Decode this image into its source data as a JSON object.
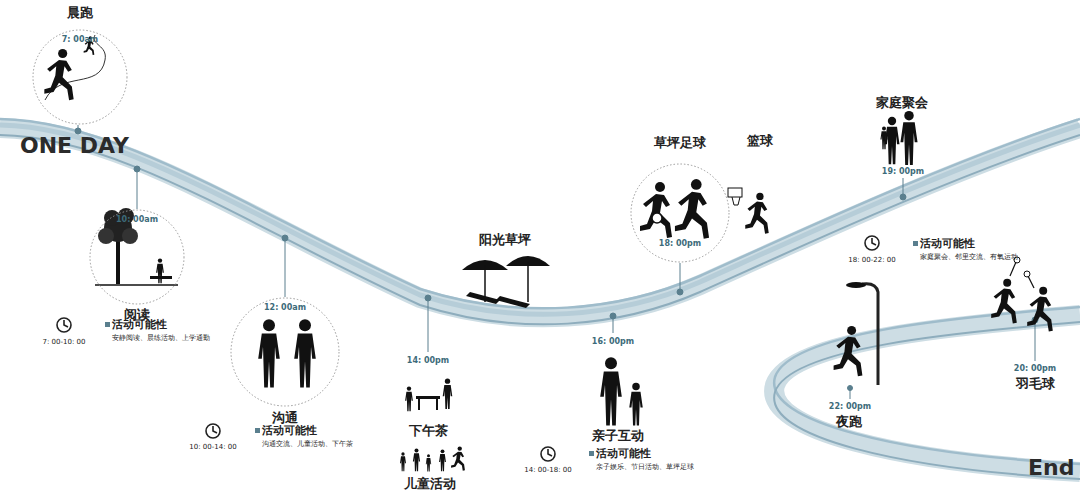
{
  "diagram": {
    "title": "ONE DAY",
    "nodes": [
      {
        "text": [
          "晨跑",
          "7: 00am"
        ]
      },
      {
        "text": [
          "10: 00am",
          "阅读"
        ]
      },
      {
        "text": [
          "12: 00am",
          "沟通"
        ]
      },
      {
        "text": [
          "草坪足球",
          "18: 00pm"
        ]
      }
    ],
    "labels": [
      "7: 00-10: 00",
      "活动可能性",
      "安静阅读、晨练活动、上学通勤",
      "10: 00-14: 00",
      "活动可能性",
      "沟通交流、儿童活动、下午茶",
      "14: 00pm",
      "下午茶",
      "儿童活动",
      "阳光草坪",
      "16: 00pm",
      "亲子互动",
      "14: 00-18: 00",
      "活动可能性",
      "亲子娱乐、节日活动、草坪足球",
      "篮球",
      "家庭聚会",
      "19: 00pm",
      "18: 00-22: 00",
      "活动可能性",
      "家庭聚会、邻里交流、有氧运动",
      "22: 00pm",
      "夜跑",
      "20: 00pm",
      "羽毛球",
      "End"
    ]
  }
}
